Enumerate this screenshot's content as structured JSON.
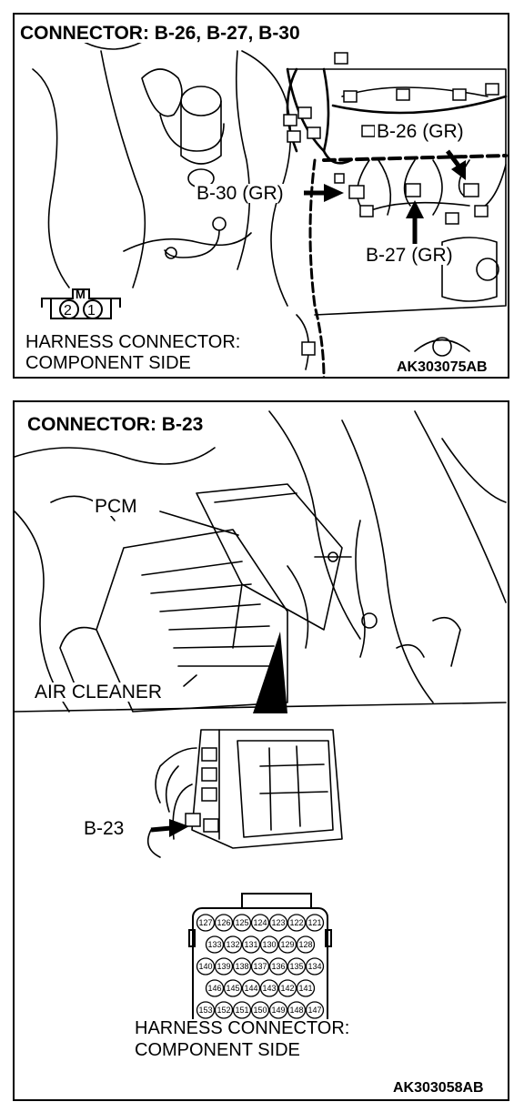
{
  "top_panel": {
    "title": "CONNECTOR: B-26, B-27, B-30",
    "label_b26": "B-26 (GR)",
    "label_b30": "B-30 (GR)",
    "label_b27": "B-27 (GR)",
    "symbol_letter": "M",
    "symbol_pins": [
      "2",
      "1"
    ],
    "harness_line1": "HARNESS CONNECTOR:",
    "harness_line2": "COMPONENT SIDE",
    "figure_code": "AK303075AB"
  },
  "bottom_panel": {
    "title": "CONNECTOR: B-23",
    "label_pcm": "PCM",
    "label_air_cleaner": "AIR CLEANER",
    "label_b23": "B-23",
    "pin_rows": [
      [
        "127",
        "126",
        "125",
        "124",
        "123",
        "122",
        "121"
      ],
      [
        "133",
        "132",
        "131",
        "130",
        "129",
        "128"
      ],
      [
        "140",
        "139",
        "138",
        "137",
        "136",
        "135",
        "134"
      ],
      [
        "146",
        "145",
        "144",
        "143",
        "142",
        "141"
      ],
      [
        "153",
        "152",
        "151",
        "150",
        "149",
        "148",
        "147"
      ]
    ],
    "harness_line1": "HARNESS CONNECTOR:",
    "harness_line2": "COMPONENT SIDE",
    "figure_code": "AK303058AB"
  }
}
